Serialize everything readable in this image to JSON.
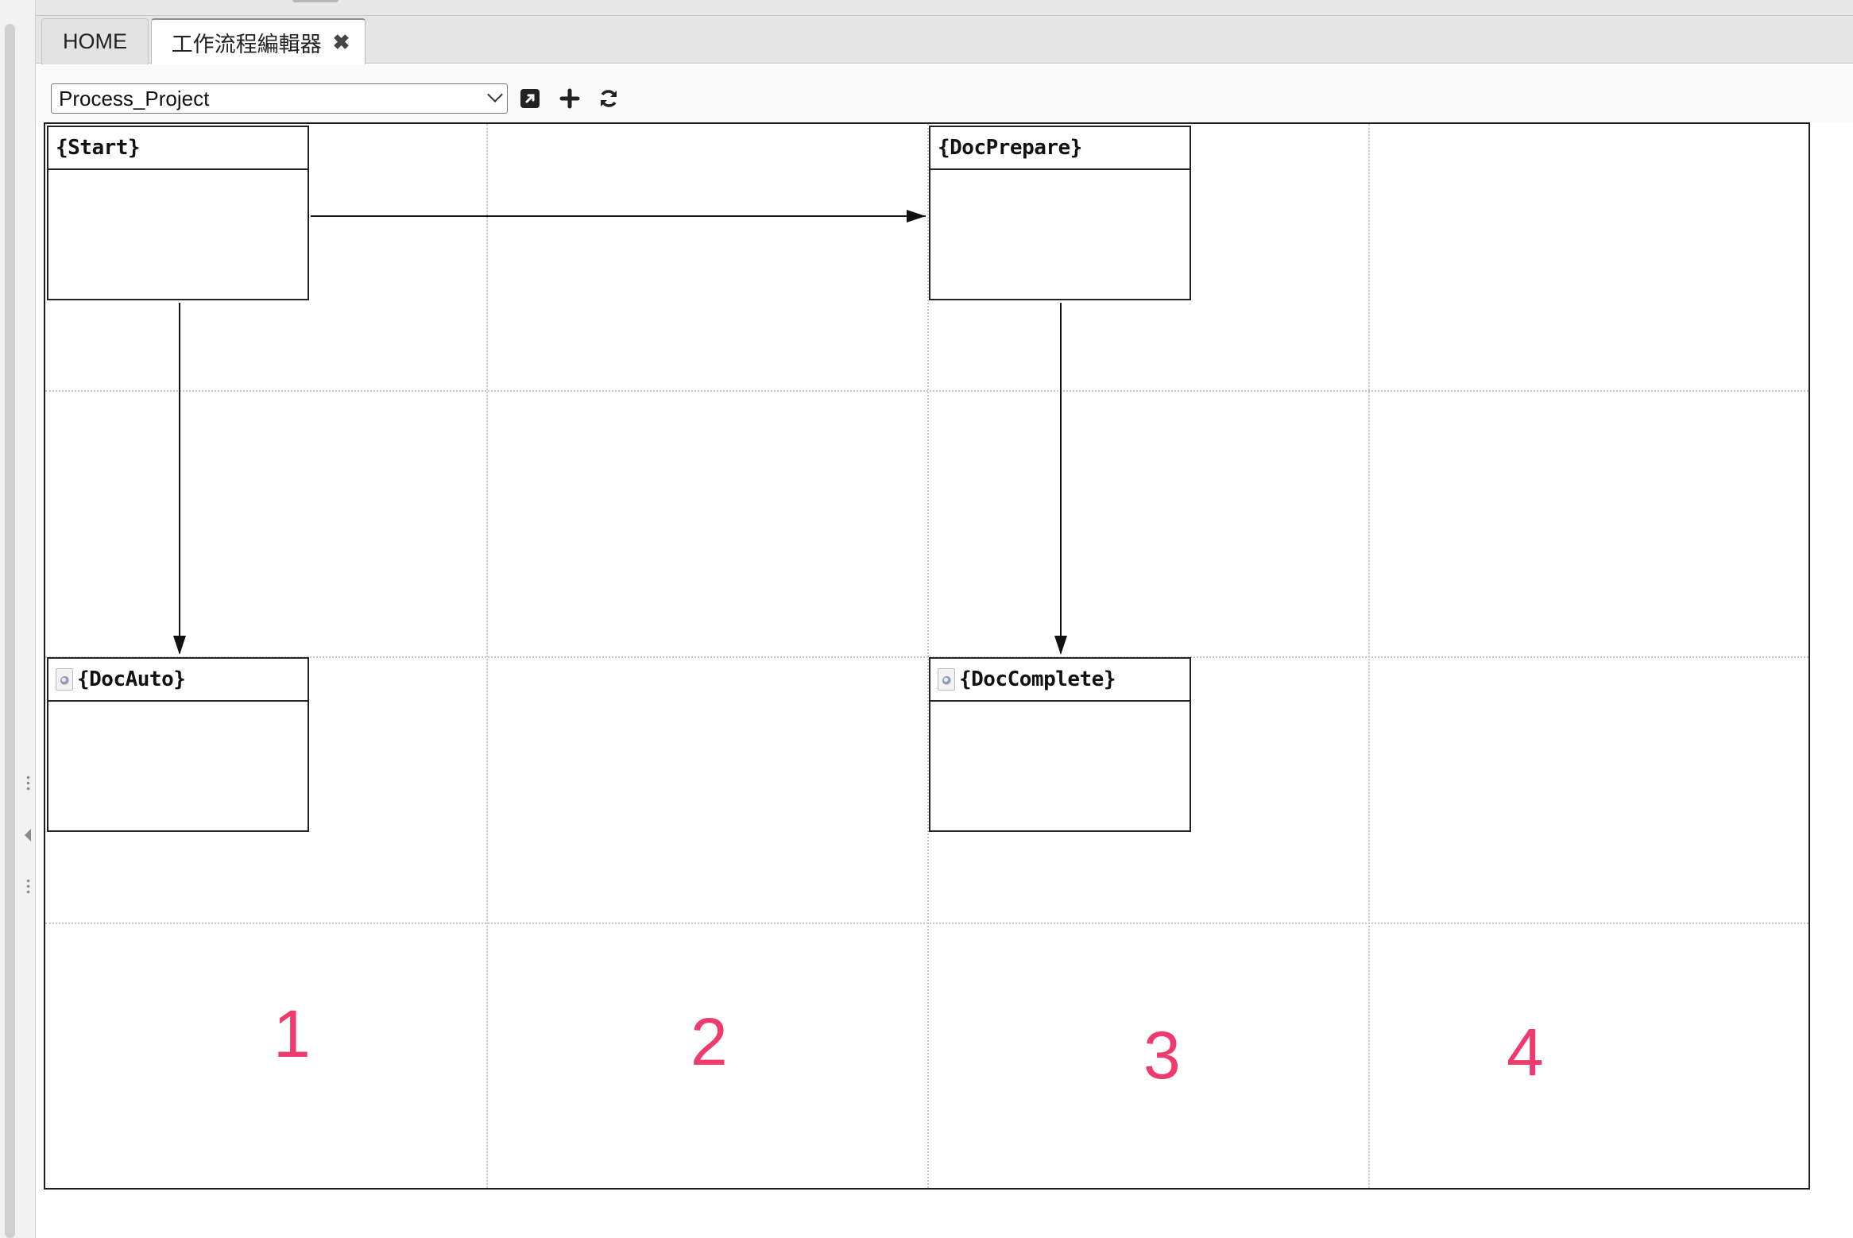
{
  "tabs": [
    {
      "label": "HOME"
    },
    {
      "label": "工作流程編輯器",
      "close": "✖"
    }
  ],
  "toolbar": {
    "process_select": "Process_Project",
    "icons": [
      "open-external-icon",
      "add-icon",
      "refresh-icon"
    ]
  },
  "diagram": {
    "nodes": [
      {
        "label": "{Start}",
        "icon": false
      },
      {
        "label": "{DocPrepare}",
        "icon": false
      },
      {
        "label": "{DocAuto}",
        "icon": true
      },
      {
        "label": "{DocComplete}",
        "icon": true
      }
    ],
    "lane_numbers": [
      "1",
      "2",
      "3",
      "4"
    ]
  },
  "colors": {
    "lane_number": "#ee3a6c",
    "grid_line": "#c8c8c8",
    "node_border": "#222222"
  }
}
